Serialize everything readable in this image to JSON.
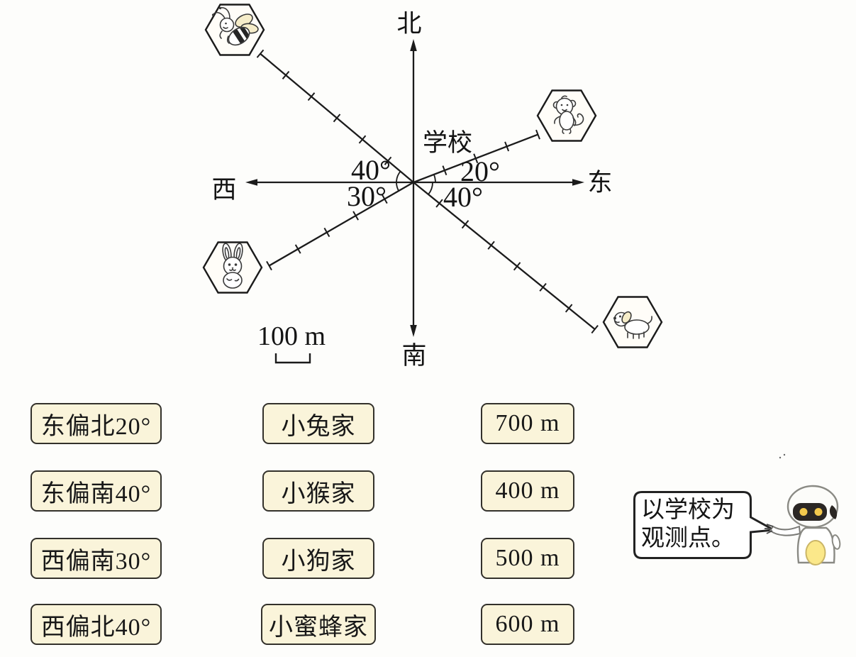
{
  "compass": {
    "north": "北",
    "south": "南",
    "east": "东",
    "west": "西"
  },
  "center_label": "学校",
  "scale": {
    "label": "100 m",
    "unit_m": 100
  },
  "angle_labels": {
    "west_north": "40°",
    "west_south": "30°",
    "east_north": "20°",
    "east_south": "40°"
  },
  "locations": [
    {
      "id": "bee",
      "icon": "bee-icon",
      "quadrant": "west-north",
      "angle_deg": 40,
      "length_units": 6
    },
    {
      "id": "monkey",
      "icon": "monkey-icon",
      "quadrant": "east-north",
      "angle_deg": 21,
      "length_units": 4
    },
    {
      "id": "rabbit",
      "icon": "rabbit-icon",
      "quadrant": "west-south",
      "angle_deg": 30,
      "length_units": 5
    },
    {
      "id": "dog",
      "icon": "dog-icon",
      "quadrant": "east-south",
      "angle_deg": 39,
      "length_units": 7
    }
  ],
  "matching": {
    "directions": [
      "东偏北20°",
      "东偏南40°",
      "西偏南30°",
      "西偏北40°"
    ],
    "homes": [
      "小兔家",
      "小猴家",
      "小狗家",
      "小蜜蜂家"
    ],
    "distances": [
      "700 m",
      "400 m",
      "500 m",
      "600 m"
    ]
  },
  "robot_speech": {
    "line1": "以学校为",
    "line2": "观测点。"
  },
  "colors": {
    "box_bg": "#faf4da",
    "ink": "#1b1b1b",
    "wing_yellow": "#f6edc9",
    "robot_eye": "#f3c94d",
    "belly_yellow": "#fbe88a"
  }
}
